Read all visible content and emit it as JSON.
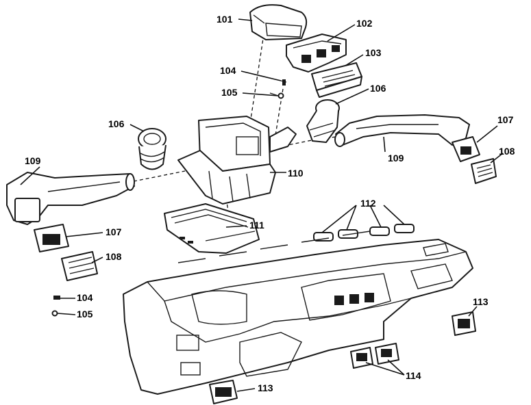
{
  "diagram": {
    "callouts": [
      {
        "id": "c101a",
        "text": "101"
      },
      {
        "id": "c102a",
        "text": "102"
      },
      {
        "id": "c103a",
        "text": "103"
      },
      {
        "id": "c104a",
        "text": "104"
      },
      {
        "id": "c105a",
        "text": "105"
      },
      {
        "id": "c106a",
        "text": "106"
      },
      {
        "id": "c106b",
        "text": "106"
      },
      {
        "id": "c107a",
        "text": "107"
      },
      {
        "id": "c108a",
        "text": "108"
      },
      {
        "id": "c109a",
        "text": "109"
      },
      {
        "id": "c109b",
        "text": "109"
      },
      {
        "id": "c110a",
        "text": "110"
      },
      {
        "id": "c111a",
        "text": "111"
      },
      {
        "id": "c112a",
        "text": "112"
      },
      {
        "id": "c107b",
        "text": "107"
      },
      {
        "id": "c108b",
        "text": "108"
      },
      {
        "id": "c104b",
        "text": "104"
      },
      {
        "id": "c105b",
        "text": "105"
      },
      {
        "id": "c113a",
        "text": "113"
      },
      {
        "id": "c114a",
        "text": "114"
      },
      {
        "id": "c113b",
        "text": "113"
      }
    ],
    "colors": {
      "ink": "#1a1a1a",
      "paper": "#ffffff"
    }
  }
}
